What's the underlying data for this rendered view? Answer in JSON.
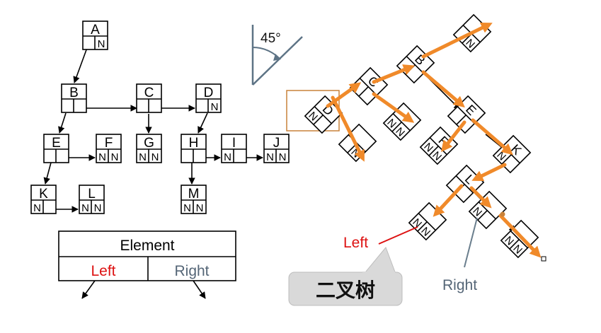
{
  "nodes": {
    "A": {
      "name": "A",
      "l": "",
      "r": "N"
    },
    "B": {
      "name": "B",
      "l": "",
      "r": ""
    },
    "C": {
      "name": "C",
      "l": "",
      "r": ""
    },
    "D": {
      "name": "D",
      "l": "",
      "r": "N"
    },
    "E": {
      "name": "E",
      "l": "",
      "r": ""
    },
    "F": {
      "name": "F",
      "l": "N",
      "r": "N"
    },
    "G": {
      "name": "G",
      "l": "N",
      "r": "N"
    },
    "H": {
      "name": "H",
      "l": "",
      "r": ""
    },
    "I": {
      "name": "I",
      "l": "N",
      "r": ""
    },
    "J": {
      "name": "J",
      "l": "N",
      "r": "N"
    },
    "K": {
      "name": "K",
      "l": "N",
      "r": ""
    },
    "L": {
      "name": "L",
      "l": "N",
      "r": "N"
    },
    "M": {
      "name": "M",
      "l": "N",
      "r": "N"
    }
  },
  "legend": {
    "element": "Element",
    "left": "Left",
    "right": "Right"
  },
  "angle_label": "45°",
  "callout": {
    "left": "Left",
    "right": "Right",
    "caption": "二叉树"
  },
  "colors": {
    "left": "#dd1111",
    "right": "#556677",
    "arrow": "#f08a2a",
    "caption_bg": "#d9d9d9"
  }
}
